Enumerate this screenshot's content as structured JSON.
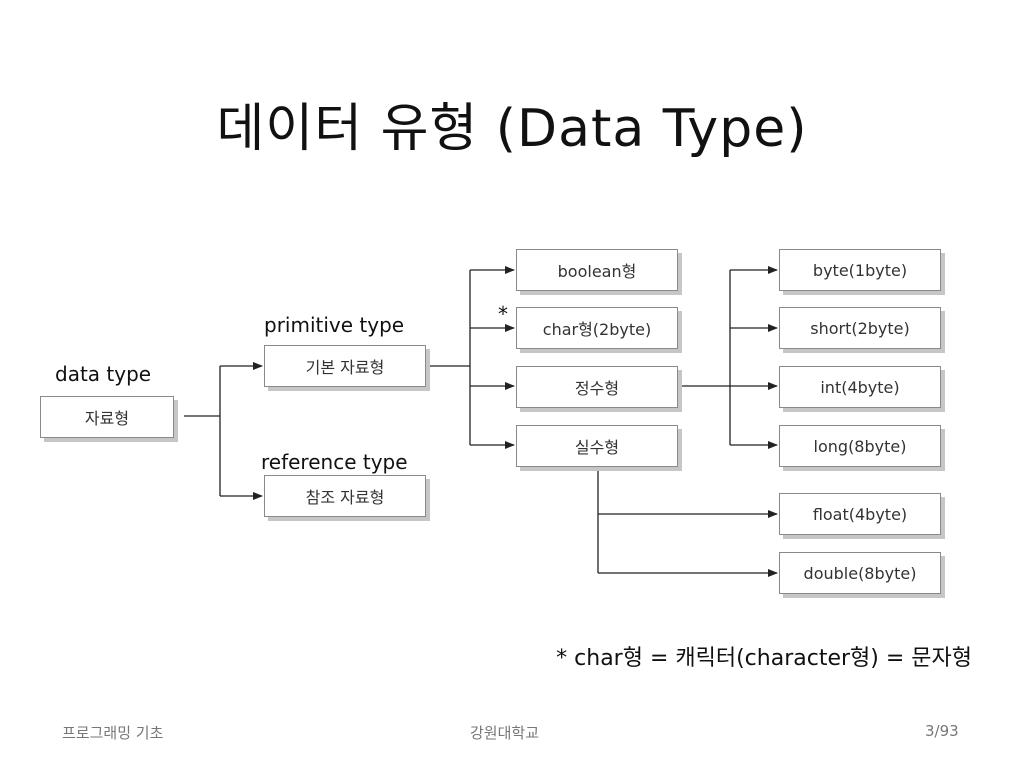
{
  "slide": {
    "title": "데이터 유형 (Data Type)",
    "note": "* char형 = 캐릭터(character형) = 문자형",
    "star": "*"
  },
  "diagram": {
    "labels": {
      "data_type": "data type",
      "primitive_type": "primitive type",
      "reference_type": "reference type"
    },
    "boxes": {
      "root": "자료형",
      "primitive": "기본 자료형",
      "reference": "참조 자료형",
      "boolean": "boolean형",
      "char": "char형(2byte)",
      "integer": "정수형",
      "real": "실수형",
      "byte": "byte(1byte)",
      "short": "short(2byte)",
      "int": "int(4byte)",
      "long": "long(8byte)",
      "float": "float(4byte)",
      "double": "double(8byte)"
    }
  },
  "footer": {
    "left": "프로그래밍 기초",
    "center": "강원대학교",
    "right": "3/93"
  }
}
